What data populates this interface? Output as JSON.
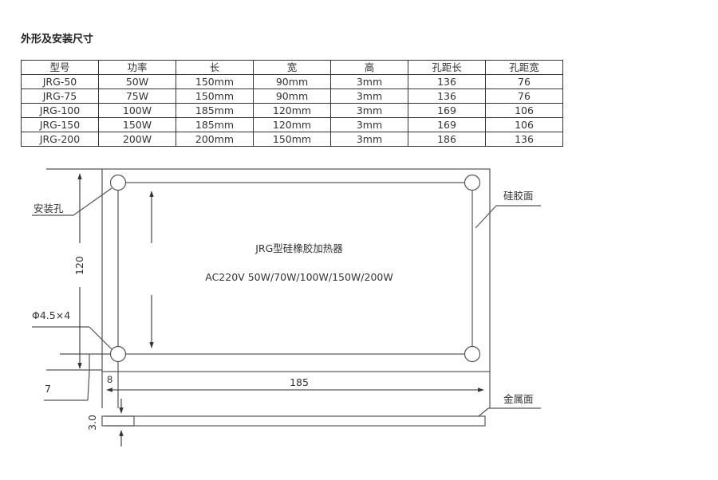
{
  "section_title": "外形及安装尺寸",
  "table": {
    "headers": [
      "型号",
      "功率",
      "长",
      "宽",
      "高",
      "孔距长",
      "孔距宽"
    ],
    "rows": [
      [
        "JRG-50",
        "50W",
        "150mm",
        "90mm",
        "3mm",
        "136",
        "76"
      ],
      [
        "JRG-75",
        "75W",
        "150mm",
        "90mm",
        "3mm",
        "136",
        "76"
      ],
      [
        "JRG-100",
        "100W",
        "185mm",
        "120mm",
        "3mm",
        "169",
        "106"
      ],
      [
        "JRG-150",
        "150W",
        "185mm",
        "120mm",
        "3mm",
        "169",
        "106"
      ],
      [
        "JRG-200",
        "200W",
        "200mm",
        "150mm",
        "3mm",
        "186",
        "136"
      ]
    ]
  },
  "drawing": {
    "label_mount_hole": "安装孔",
    "label_silicone_face": "硅胶面",
    "label_metal_face": "金属面",
    "product_name": "JRG型硅橡胶加热器",
    "product_spec": "AC220V 50W/70W/100W/150W/200W",
    "dim_height": "120",
    "dim_hole": "Φ4.5×4",
    "dim_offset_8": "8",
    "dim_offset_7": "7",
    "dim_length": "185",
    "dim_thickness": "3.0"
  }
}
